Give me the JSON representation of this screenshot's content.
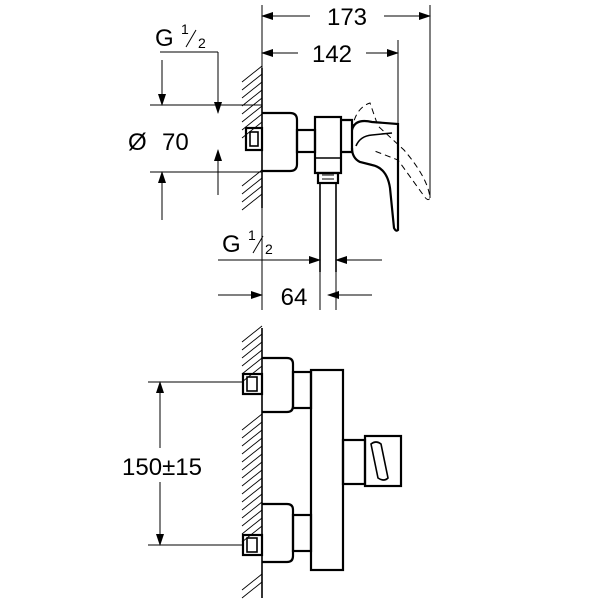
{
  "top_view": {
    "dim_total_width": "173",
    "dim_outlet_width": "142",
    "thread_top": {
      "prefix": "G",
      "numerator": "1",
      "denominator": "2"
    },
    "thread_bottom": {
      "prefix": "G",
      "numerator": "1",
      "denominator": "2"
    },
    "diameter": {
      "symbol": "Ø",
      "value": "70"
    },
    "dim_depth": "64"
  },
  "front_view": {
    "dim_spacing": "150±15"
  }
}
